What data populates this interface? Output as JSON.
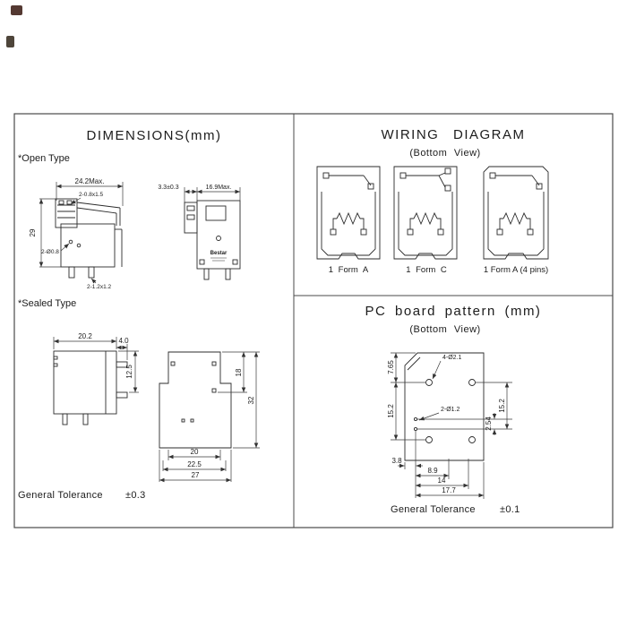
{
  "dimensions_panel": {
    "title": "DIMENSIONS(mm)",
    "open_type_label": "*Open Type",
    "sealed_type_label": "*Sealed Type",
    "tolerance_label": "General Tolerance",
    "tolerance_value": "±0.3",
    "open_front": {
      "dim_width": "24.2Max.",
      "dim_slot": "2-0.8x1.5",
      "dim_height": "29",
      "dim_holes": "2-Ø0.8",
      "dim_pins": "2-1.2x1.2"
    },
    "open_side": {
      "dim_bracket": "3.3±0.3",
      "dim_width": "16.9Max.",
      "brand": "Bestar"
    },
    "sealed_front": {
      "dim_width": "20.2",
      "dim_tab": "4.0",
      "dim_tab_pos": "12.5"
    },
    "sealed_bottom": {
      "dim_inner_height": "18",
      "dim_height": "32",
      "dim_w1": "20",
      "dim_w2": "22.5",
      "dim_w3": "27"
    }
  },
  "wiring_panel": {
    "title": "WIRING DIAGRAM",
    "subtitle": "(Bottom View)",
    "figures": [
      {
        "label": "1 Form A"
      },
      {
        "label": "1 Form C"
      },
      {
        "label": "1 Form A (4 pins)"
      }
    ]
  },
  "pcb_panel": {
    "title": "PC board pattern (mm)",
    "subtitle": "(Bottom View)",
    "tolerance_label": "General Tolerance",
    "tolerance_value": "±0.1",
    "dims": {
      "top_offset": "7.65",
      "holes_big": "4-Ø2.1",
      "row_spacing_left": "15.2",
      "holes_small": "2-Ø1.2",
      "small_spacing": "2.54",
      "row_spacing_right": "15.2",
      "col_offset": "3.8",
      "col1": "8.9",
      "col2": "14",
      "col3": "17.7"
    }
  }
}
